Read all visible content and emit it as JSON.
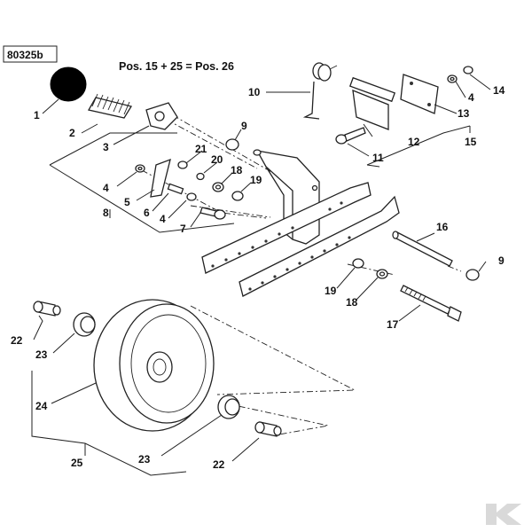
{
  "diagram": {
    "code": "80325b",
    "note": "Pos. 15 + 25 = Pos. 26",
    "labels": {
      "p1": "1",
      "p2": "2",
      "p3": "3",
      "p4a": "4",
      "p4b": "4",
      "p4c": "4",
      "p5": "5",
      "p6": "6",
      "p7": "7",
      "p8": "8",
      "p9a": "9",
      "p9b": "9",
      "p10": "10",
      "p11": "11",
      "p12": "12",
      "p13": "13",
      "p14": "14",
      "p15": "15",
      "p16": "16",
      "p17": "17",
      "p18a": "18",
      "p18b": "18",
      "p19a": "19",
      "p19b": "19",
      "p20": "20",
      "p21": "21",
      "p22a": "22",
      "p22b": "22",
      "p23a": "23",
      "p23b": "23",
      "p24": "24",
      "p25": "25"
    }
  },
  "colors": {
    "ink": "#222222",
    "logo": "#d9d9d9"
  },
  "icons": {
    "logo": "k-logo-icon"
  }
}
